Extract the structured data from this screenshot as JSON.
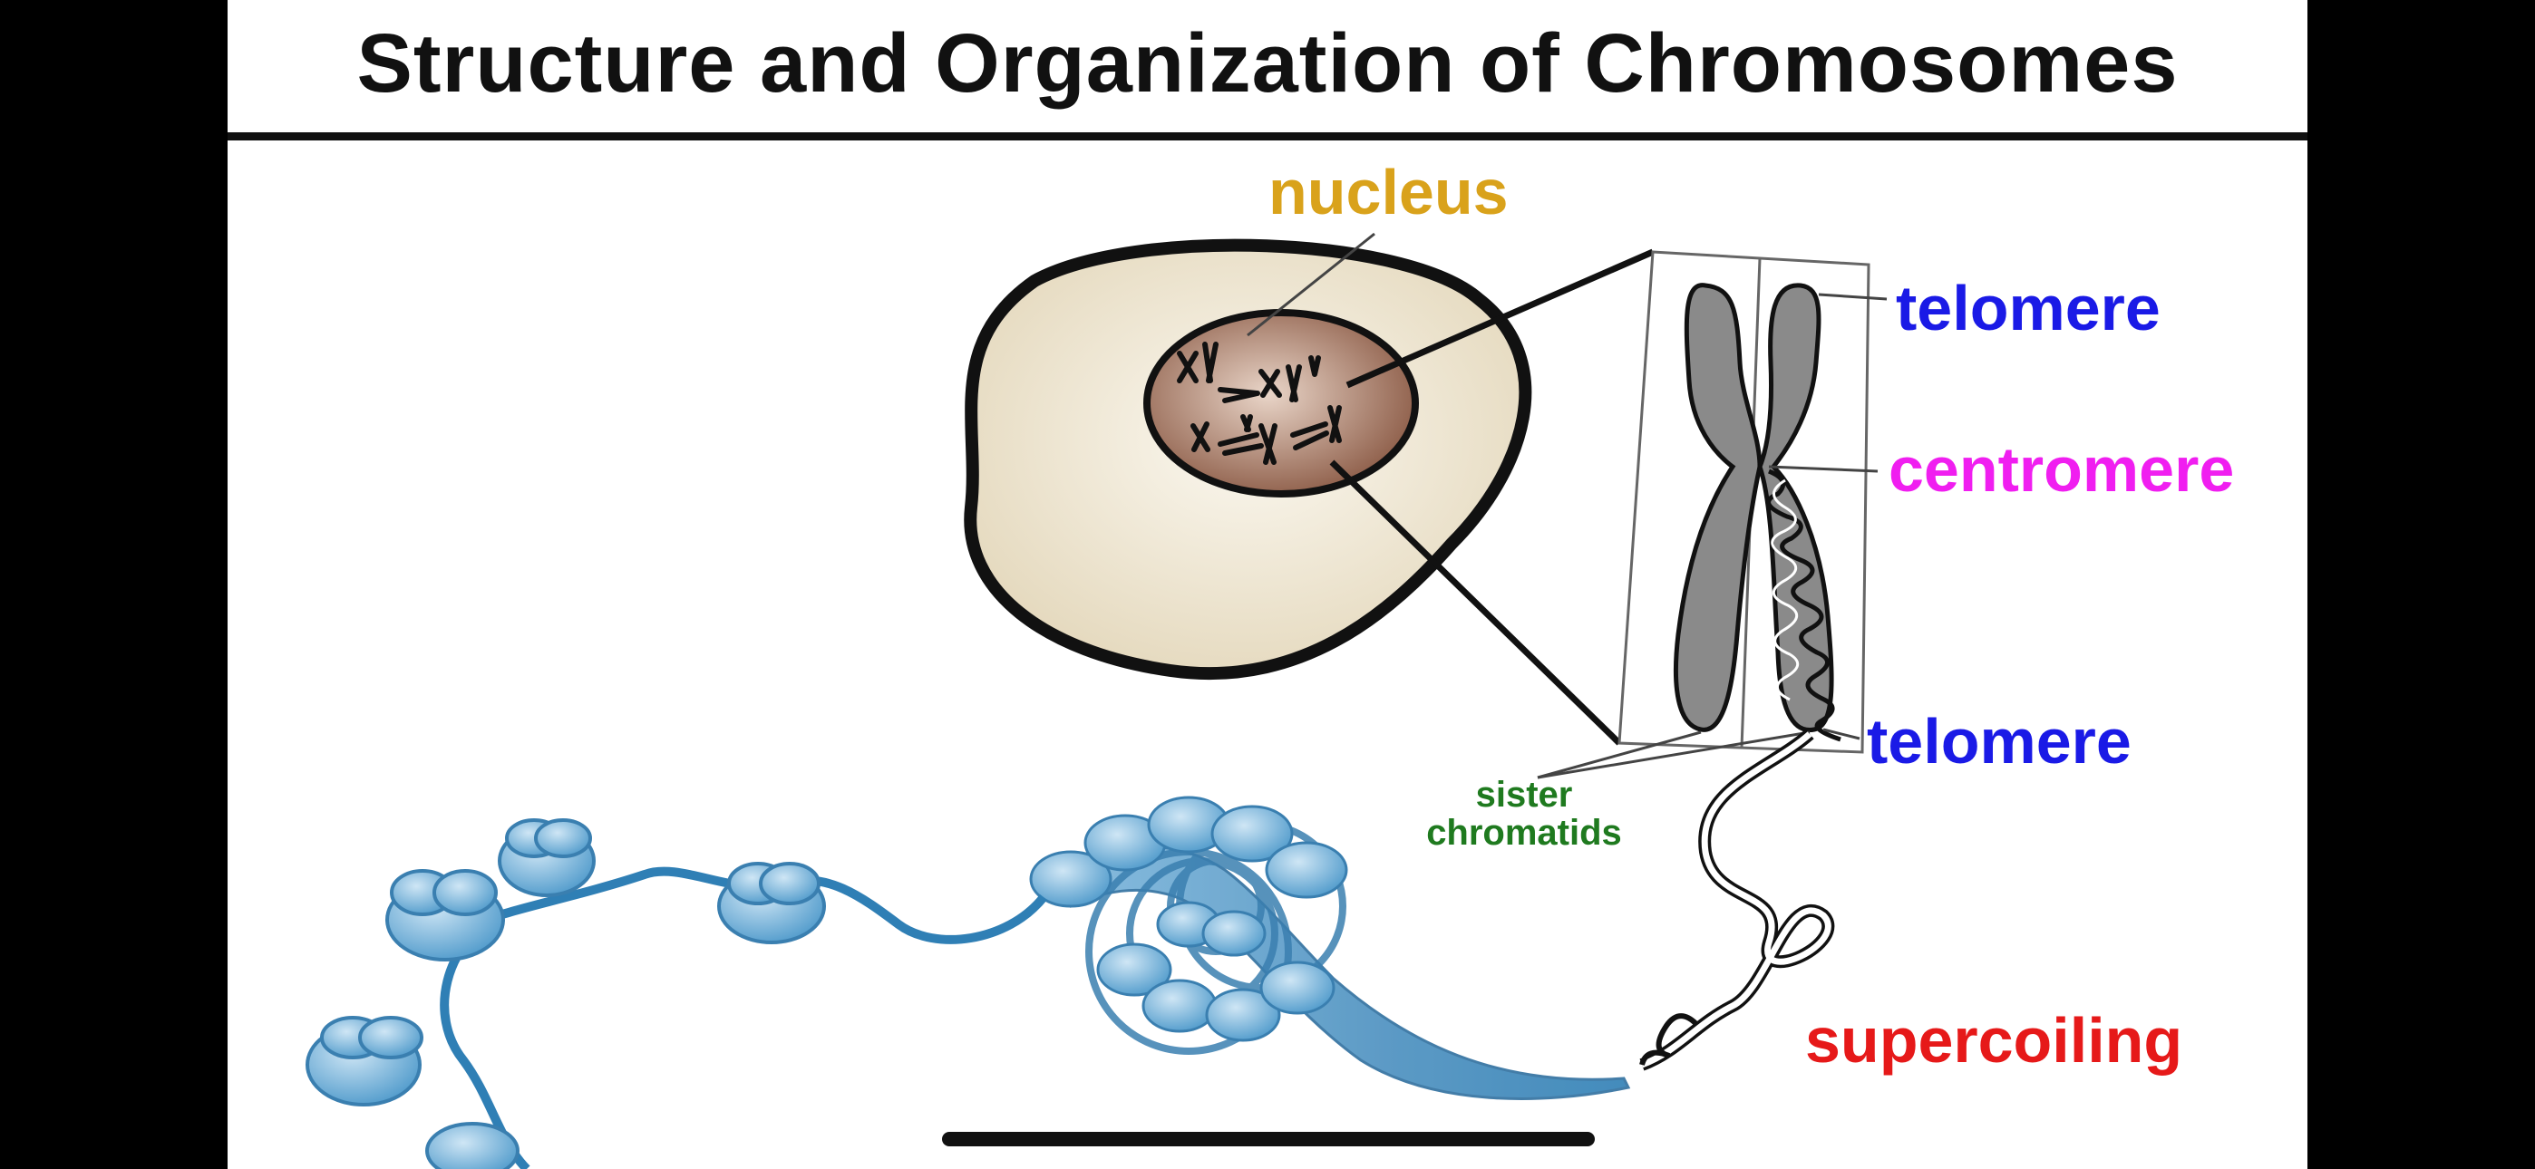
{
  "title": "Structure and Organization of Chromosomes",
  "labels": {
    "nucleus": "nucleus",
    "telomere_top": "telomere",
    "centromere": "centromere",
    "telomere_bottom": "telomere",
    "sister_chromatids_line1": "sister",
    "sister_chromatids_line2": "chromatids",
    "supercoiling": "supercoiling"
  },
  "colors": {
    "nucleus": "#d9a21b",
    "telomere": "#1a1ae6",
    "centromere": "#f01ef0",
    "sister_chromatids": "#1f7a1f",
    "supercoiling": "#e61919",
    "chromosome_gray": "#8a8a8a",
    "cell_fill": "#efe6d2",
    "nucleus_fill": "#a87862",
    "nucleosome_blue": "#7fb8dd",
    "dna_blue": "#2f7fb5"
  }
}
